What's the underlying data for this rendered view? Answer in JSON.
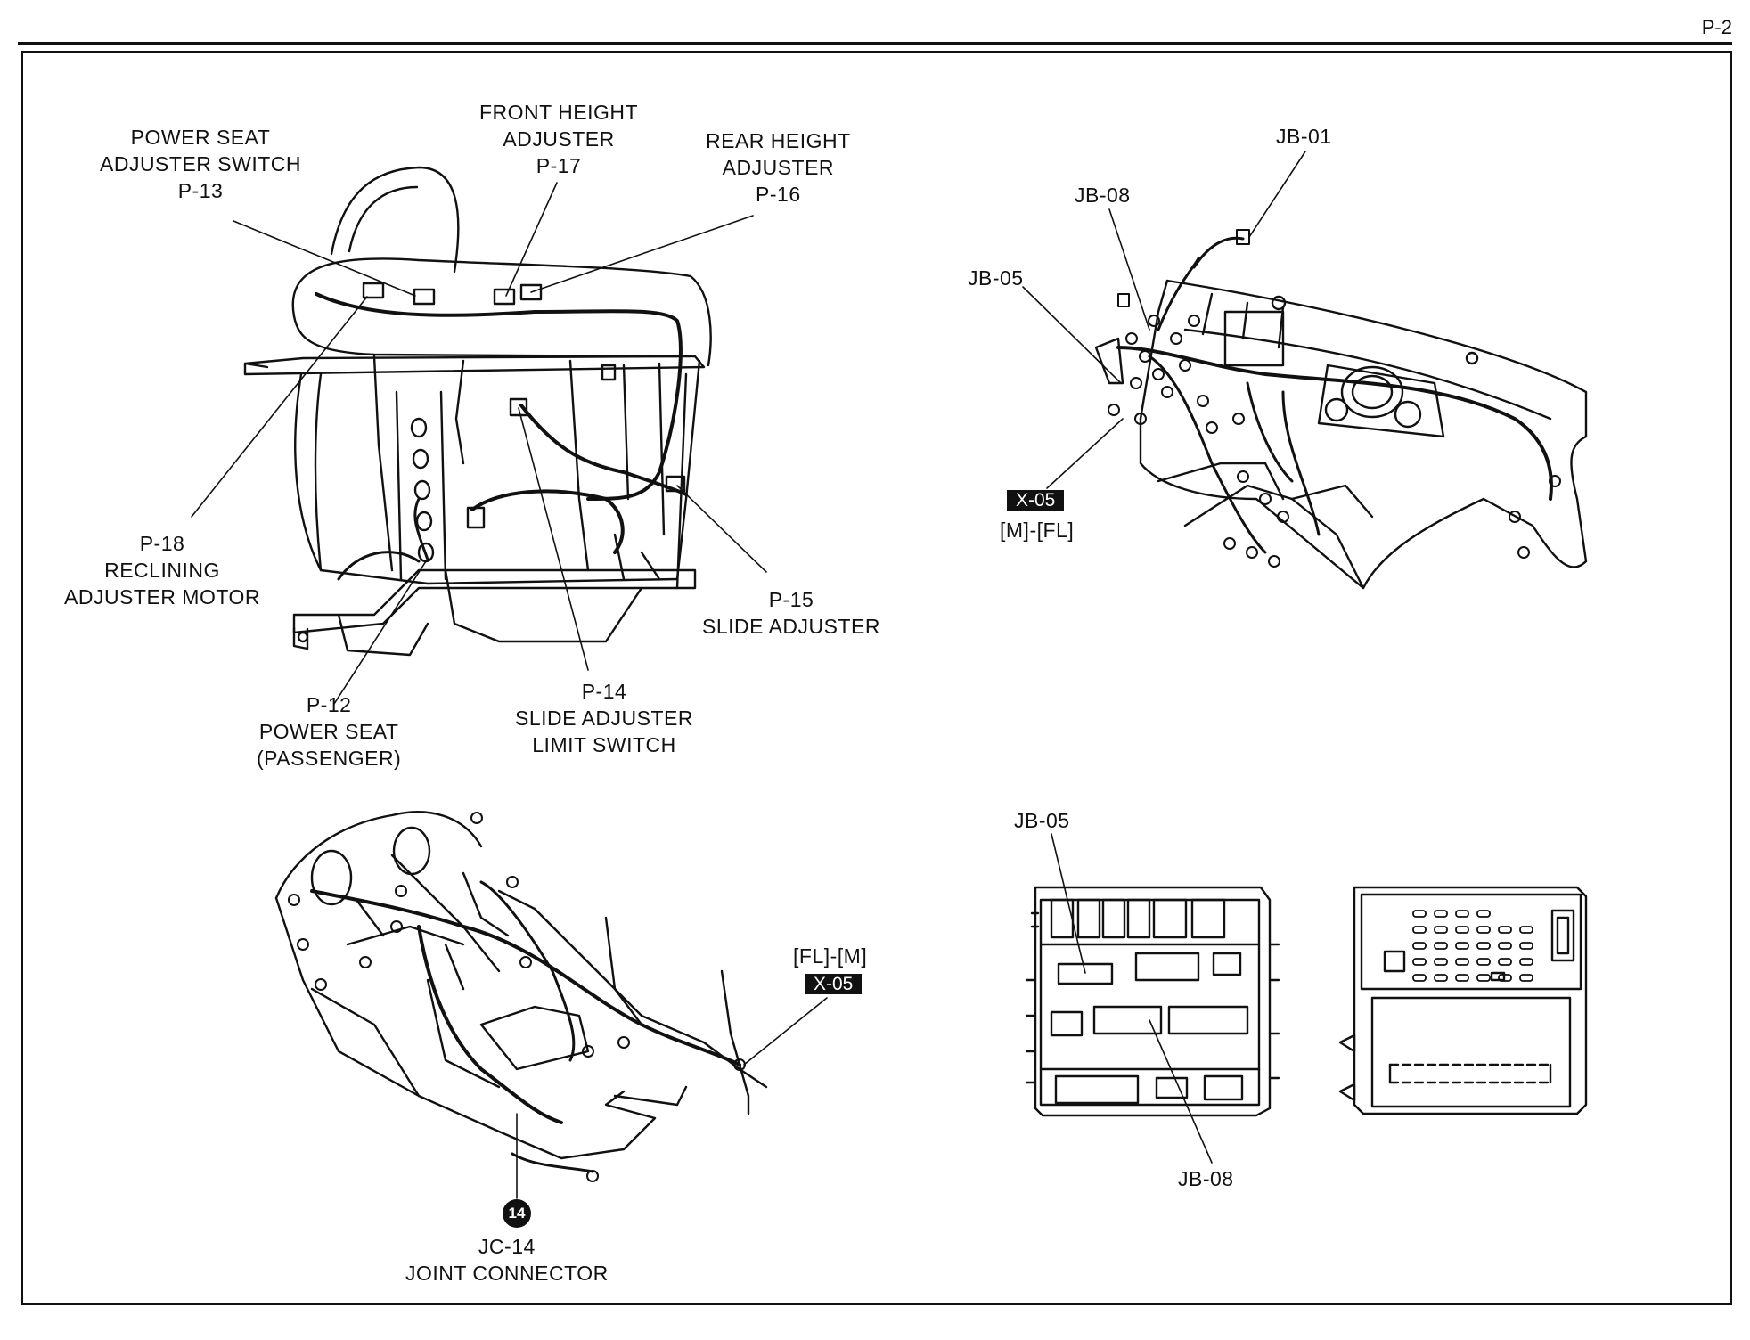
{
  "page": {
    "number": "P-2"
  },
  "seat_view": {
    "labels": {
      "p13": [
        "POWER SEAT",
        "ADJUSTER SWITCH",
        "P-13"
      ],
      "p17": [
        "FRONT HEIGHT",
        "ADJUSTER",
        "P-17"
      ],
      "p16": [
        "REAR HEIGHT",
        "ADJUSTER",
        "P-16"
      ],
      "p18": [
        "P-18",
        "RECLINING",
        "ADJUSTER MOTOR"
      ],
      "p15": [
        "P-15",
        "SLIDE ADJUSTER"
      ],
      "p12": [
        "P-12",
        "POWER SEAT",
        "(PASSENGER)"
      ],
      "p14": [
        "P-14",
        "SLIDE ADJUSTER",
        "LIMIT SWITCH"
      ]
    }
  },
  "dash_view": {
    "labels": {
      "jb01": "JB-01",
      "jb08": "JB-08",
      "jb05": "JB-05"
    },
    "connector": {
      "code": "X-05",
      "mating": "[M]-[FL]"
    }
  },
  "floor_view": {
    "connector": {
      "code": "X-05",
      "mating": "[FL]-[M]"
    },
    "joint": {
      "badge": "14",
      "code": "JC-14",
      "name": "JOINT CONNECTOR"
    }
  },
  "junction_box_view": {
    "labels": {
      "jb05": "JB-05",
      "jb08": "JB-08"
    }
  }
}
